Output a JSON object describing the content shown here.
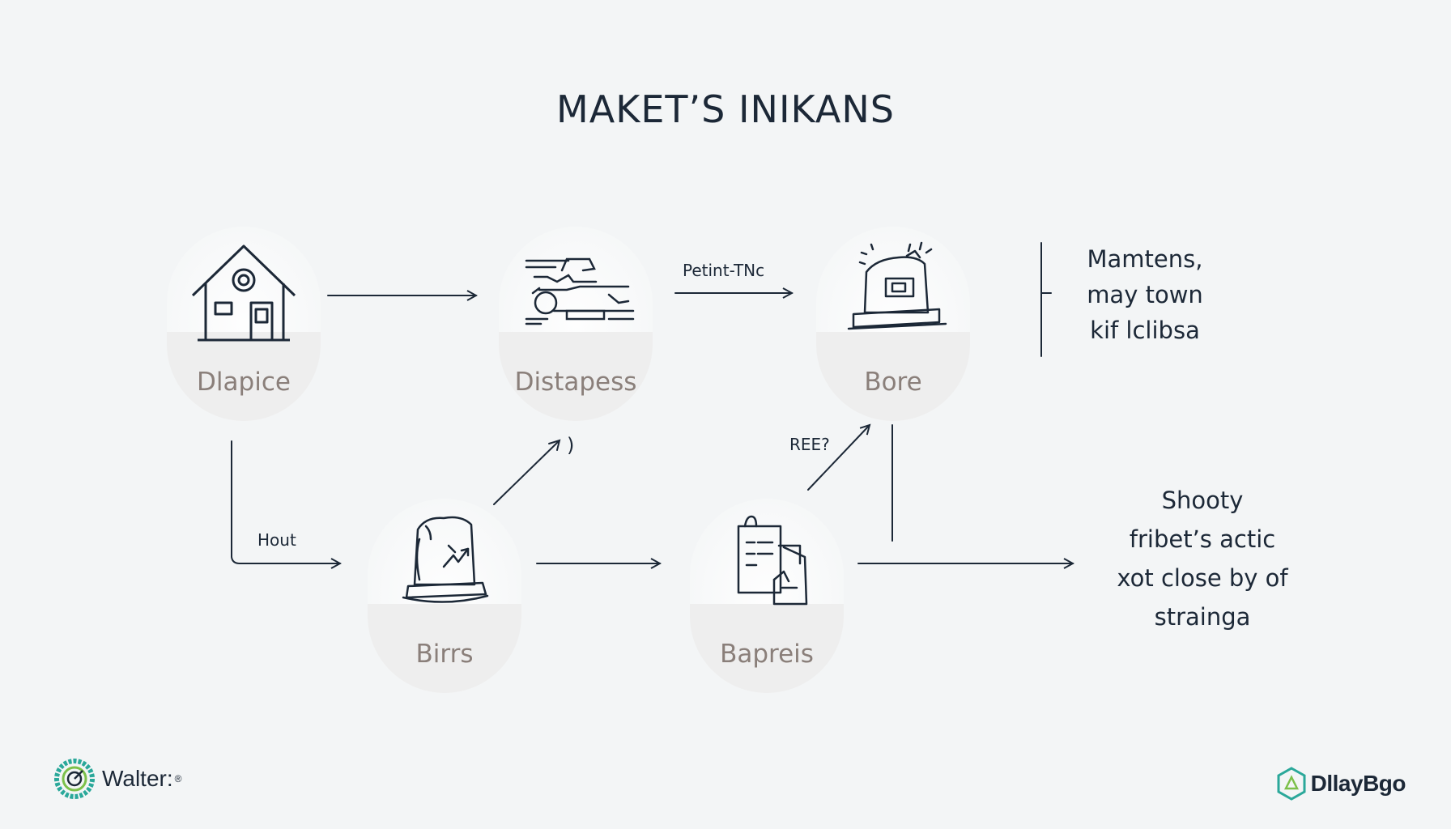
{
  "title": "MAKET’S INIKANS",
  "nodes": {
    "dlapice": "Dlapice",
    "distapess": "Distapess",
    "bore": "Bore",
    "birrs": "Birrs",
    "bapreis": "Bapreis"
  },
  "edge_labels": {
    "petint": "Petint-TNc",
    "hout": "Hout",
    "ree": "REE?",
    "paren": ")"
  },
  "notes": {
    "top": [
      "Mamtens,",
      "may town",
      "kif lclibsa"
    ],
    "bottom": [
      "Shooty",
      "fribet’s actic",
      "xot close by of",
      "strainga"
    ]
  },
  "brands": {
    "left": "Walter:",
    "left_mark": "®",
    "right": "DllayBgo"
  },
  "colors": {
    "ink": "#1c2837",
    "label": "#8a7f7a",
    "background": "#f3f5f6",
    "brand_teal": "#2aa89a",
    "brand_green": "#7cc04a"
  }
}
